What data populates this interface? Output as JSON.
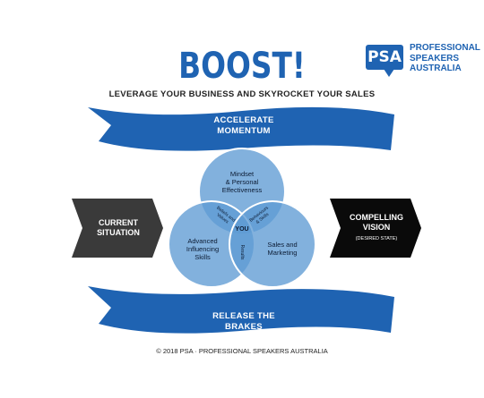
{
  "header": {
    "title": "BOOST!",
    "subtitle": "LEVERAGE YOUR BUSINESS AND SKYROCKET YOUR SALES"
  },
  "logo": {
    "mark": "PSA",
    "lines": [
      "PROFESSIONAL",
      "SPEAKERS",
      "AUSTRALIA"
    ]
  },
  "banners": {
    "top": [
      "ACCELERATE",
      "MOMENTUM"
    ],
    "bottom": [
      "Release the",
      "Brakes"
    ]
  },
  "arrows": {
    "left": [
      "CURRENT",
      "SITUATION"
    ],
    "right": [
      "COMPELLING",
      "VISION",
      "(DESIRED STATE)"
    ]
  },
  "venn": {
    "top": [
      "Mindset",
      "& Personal",
      "Effectiveness"
    ],
    "left": [
      "Advanced",
      "Influencing",
      "Skills"
    ],
    "right": [
      "Sales and",
      "Marketing"
    ],
    "center": "YOU",
    "overlap_top_left": [
      "Beliefs and",
      "Values"
    ],
    "overlap_top_right": [
      "Behaviours",
      "& Skills"
    ],
    "overlap_bottom": "Results"
  },
  "colors": {
    "brand_blue": "#1f63b2",
    "circle_fill": "#5f9bd4",
    "circle_stroke": "#ffffff",
    "arrow_dark": "#3a3a3a",
    "arrow_black": "#0a0a0a"
  },
  "footer": "© 2018 PSA · PROFESSIONAL SPEAKERS AUSTRALIA"
}
